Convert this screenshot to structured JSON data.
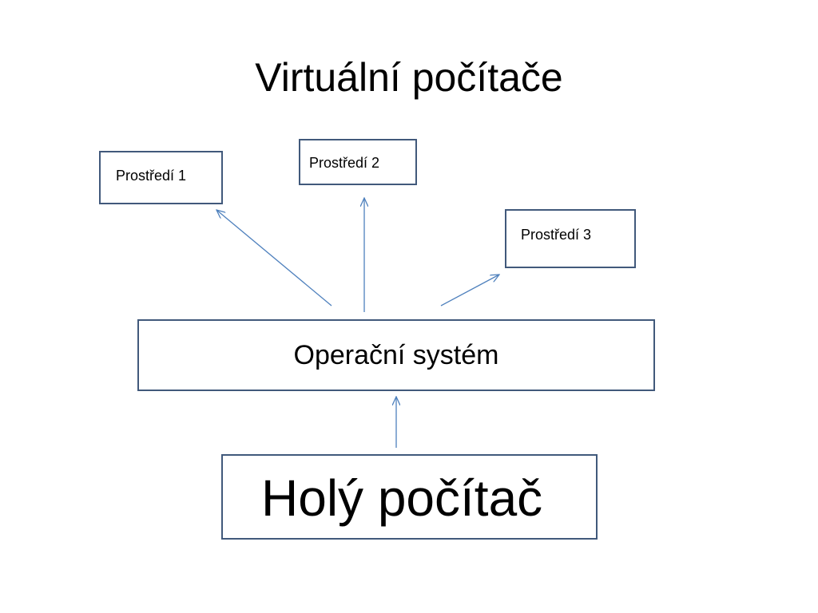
{
  "title": "Virtuální počítače",
  "environments": [
    {
      "label": "Prostředí 1"
    },
    {
      "label": "Prostředí 2"
    },
    {
      "label": "Prostředí 3"
    }
  ],
  "os": {
    "label": "Operační systém"
  },
  "hardware": {
    "label": "Holý počítač"
  },
  "colors": {
    "box_border": "#41597b",
    "arrow": "#4f81bd",
    "text": "#000000",
    "background": "#ffffff"
  }
}
